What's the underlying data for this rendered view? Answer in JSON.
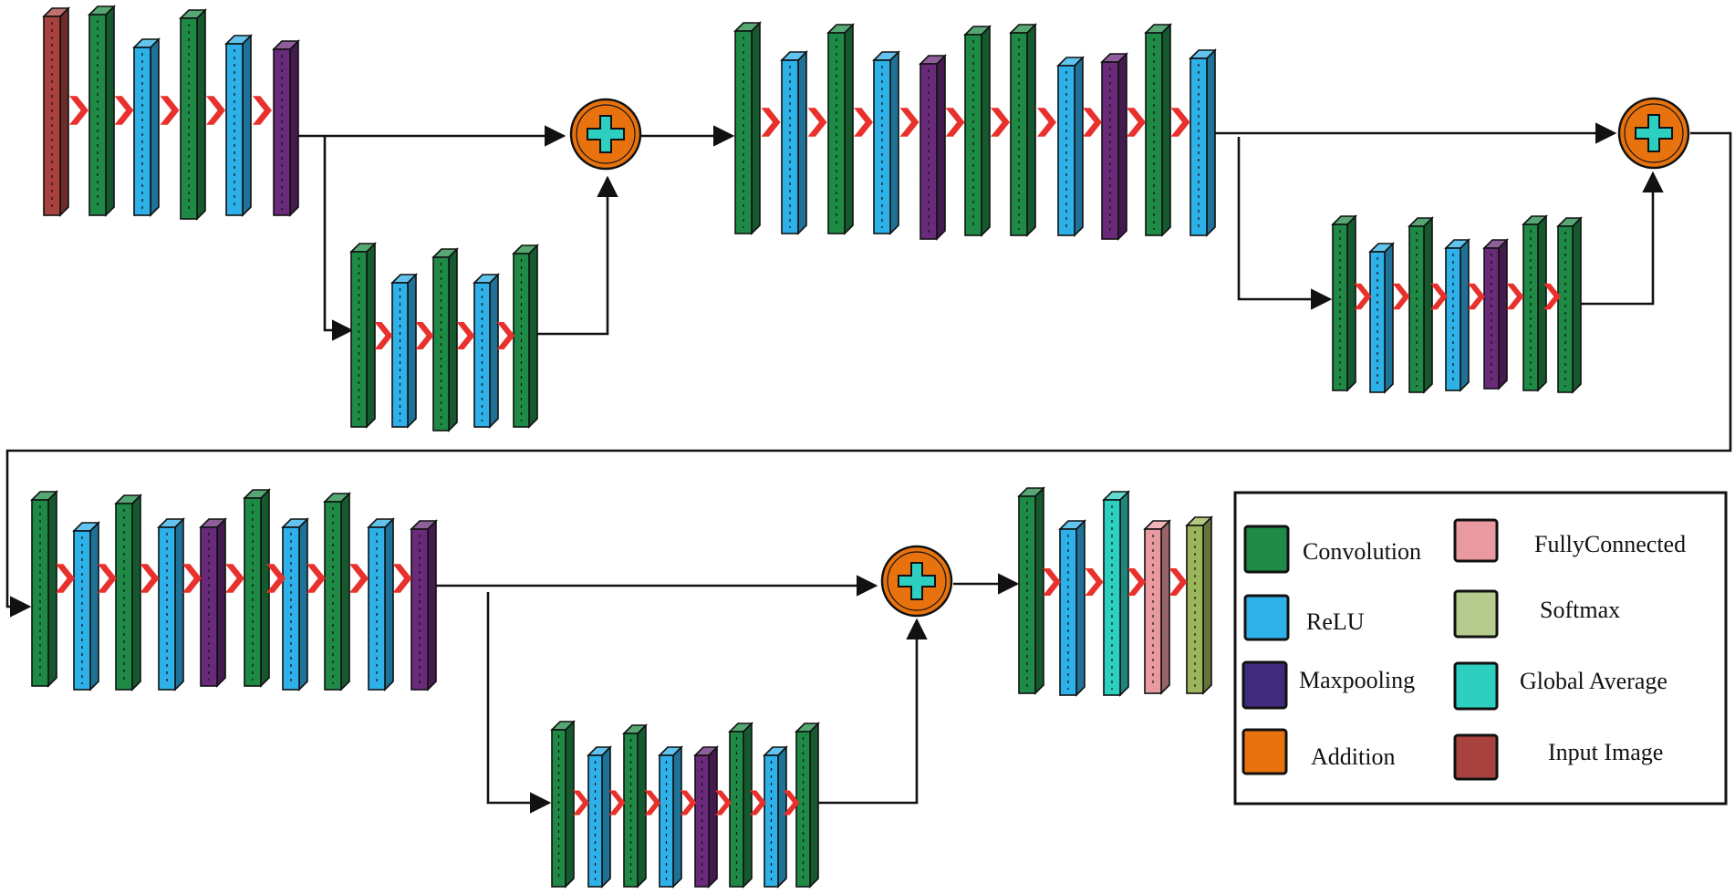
{
  "colors": {
    "convolution": "#1e8a46",
    "relu": "#2eb0e8",
    "maxpooling": "#6a2a7a",
    "addition": "#e8730e",
    "fully_connected": "#e99aa0",
    "softmax": "#9ab55a",
    "global_average": "#2ccfc0",
    "input_image": "#a8423f",
    "chevron": "#e8302c",
    "line": "#111111"
  },
  "icons": {
    "add": "plus-icon",
    "step": "chevron-right-icon"
  },
  "blocks": {
    "main1": [
      "input_image",
      "convolution",
      "relu",
      "convolution",
      "relu",
      "maxpooling"
    ],
    "skip1": [
      "convolution",
      "relu",
      "convolution",
      "relu",
      "convolution"
    ],
    "main2": [
      "convolution",
      "relu",
      "convolution",
      "relu",
      "maxpooling",
      "convolution",
      "convolution",
      "relu",
      "maxpooling",
      "convolution",
      "relu"
    ],
    "skip2": [
      "convolution",
      "relu",
      "convolution",
      "relu",
      "maxpooling",
      "convolution",
      "convolution"
    ],
    "main3": [
      "convolution",
      "relu",
      "convolution",
      "relu",
      "maxpooling",
      "convolution",
      "relu",
      "convolution",
      "relu",
      "maxpooling"
    ],
    "skip3": [
      "convolution",
      "relu",
      "convolution",
      "relu",
      "maxpooling",
      "convolution",
      "relu",
      "convolution"
    ],
    "output": [
      "convolution",
      "relu",
      "global_average",
      "fully_connected",
      "softmax"
    ]
  },
  "legend": {
    "items": [
      {
        "key": "convolution",
        "label": "Convolution"
      },
      {
        "key": "fully_connected",
        "label": "FullyConnected"
      },
      {
        "key": "relu",
        "label": "ReLU"
      },
      {
        "key": "softmax",
        "label": "Softmax"
      },
      {
        "key": "maxpooling",
        "label": "Maxpooling"
      },
      {
        "key": "global_average",
        "label": "Global Average"
      },
      {
        "key": "addition",
        "label": "Addition"
      },
      {
        "key": "input_image",
        "label": "Input Image"
      }
    ]
  }
}
